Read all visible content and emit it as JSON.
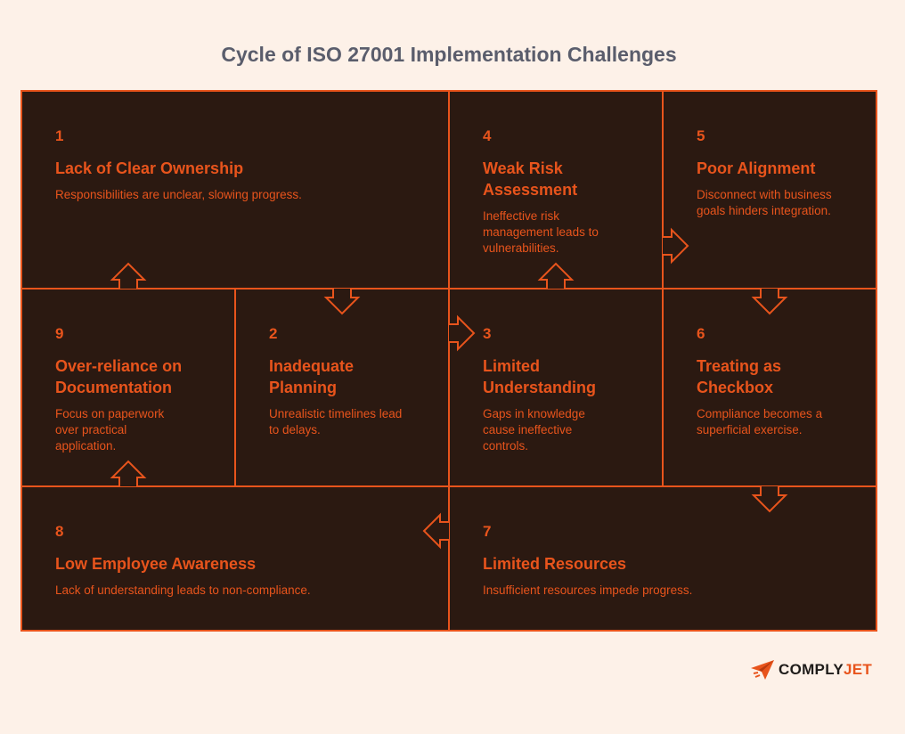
{
  "title": "Cycle of ISO 27001 Implementation Challenges",
  "colors": {
    "background": "#fdf1e8",
    "panel": "#2b1911",
    "accent": "#e8541c",
    "title": "#5a5d6c"
  },
  "cells": [
    {
      "number": "1",
      "heading": "Lack of Clear Ownership",
      "description": "Responsibilities are unclear, slowing progress."
    },
    {
      "number": "2",
      "heading": "Inadequate Planning",
      "description": "Unrealistic timelines lead to delays."
    },
    {
      "number": "3",
      "heading": "Limited Understanding",
      "description": "Gaps in knowledge cause ineffective controls."
    },
    {
      "number": "4",
      "heading": "Weak Risk Assessment",
      "description": "Ineffective risk management leads to vulnerabilities."
    },
    {
      "number": "5",
      "heading": "Poor Alignment",
      "description": "Disconnect with business goals hinders integration."
    },
    {
      "number": "6",
      "heading": "Treating as Checkbox",
      "description": "Compliance becomes a superficial exercise."
    },
    {
      "number": "7",
      "heading": "Limited Resources",
      "description": "Insufficient resources impede progress."
    },
    {
      "number": "8",
      "heading": "Low Employee Awareness",
      "description": "Lack of understanding leads to non-compliance."
    },
    {
      "number": "9",
      "heading": "Over-reliance on Documentation",
      "description": "Focus on paperwork over practical application."
    }
  ],
  "logo": {
    "icon": "paper-plane-icon",
    "part1": "COMPLY",
    "part2": "JET"
  }
}
